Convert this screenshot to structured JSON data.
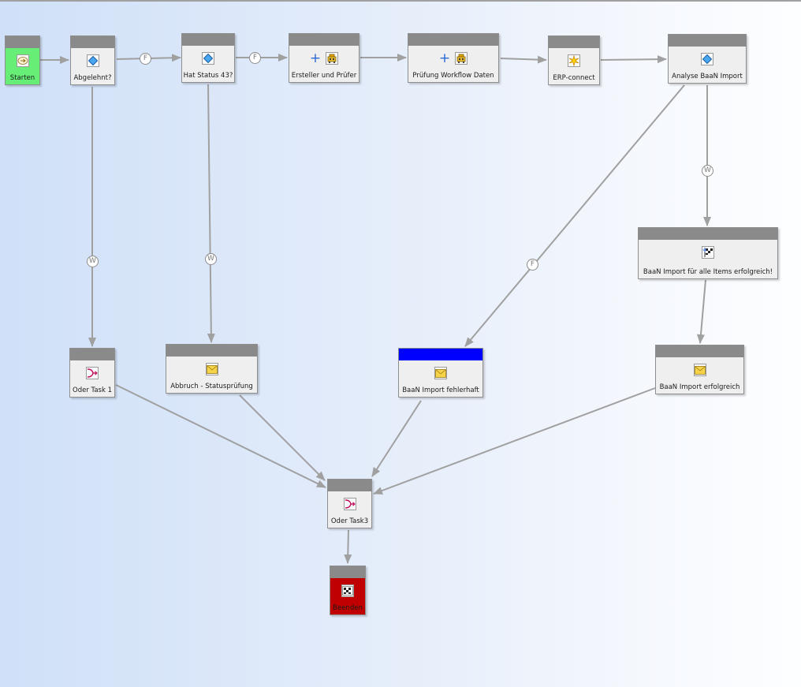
{
  "diagram": {
    "nodes": [
      {
        "id": "starten",
        "label": "Starten",
        "kind": "start",
        "icon": "start-icon",
        "color": "#66ee77"
      },
      {
        "id": "abgelehnt",
        "label": "Abgelehnt?",
        "kind": "decision",
        "icon": "diamond-icon"
      },
      {
        "id": "status43",
        "label": "Hat Status 43?",
        "kind": "decision",
        "icon": "diamond-icon"
      },
      {
        "id": "ersteller",
        "label": "Ersteller und  Prüfer",
        "kind": "activity",
        "icon": "robot-icon"
      },
      {
        "id": "pruefung",
        "label": "Prüfung Workflow Daten",
        "kind": "activity",
        "icon": "robot-icon"
      },
      {
        "id": "erp",
        "label": "ERP-connect",
        "kind": "script",
        "icon": "spark-icon"
      },
      {
        "id": "analyse",
        "label": "Analyse BaaN Import",
        "kind": "decision",
        "icon": "diamond-icon"
      },
      {
        "id": "baan_ok_all",
        "label": "BaaN Import  für alle Items erfolgreich!",
        "kind": "flag",
        "icon": "flag-icon"
      },
      {
        "id": "oder1",
        "label": "Oder Task 1",
        "kind": "or",
        "icon": "or-join-icon"
      },
      {
        "id": "abbruch",
        "label": "Abbruch - Statusprüfung",
        "kind": "mail",
        "icon": "mail-icon"
      },
      {
        "id": "baan_fail",
        "label": "BaaN Import fehlerhaft",
        "kind": "mail",
        "icon": "mail-icon",
        "color": "#0000ff"
      },
      {
        "id": "baan_ok",
        "label": "BaaN Import erfolgreich",
        "kind": "mail",
        "icon": "mail-icon"
      },
      {
        "id": "oder3",
        "label": "Oder Task3",
        "kind": "or",
        "icon": "or-join-icon"
      },
      {
        "id": "beenden",
        "label": "Beenden",
        "kind": "end",
        "icon": "checkered-flag-icon",
        "color": "#c00000"
      }
    ],
    "edges": [
      {
        "from": "starten",
        "to": "abgelehnt",
        "label": ""
      },
      {
        "from": "abgelehnt",
        "to": "status43",
        "label": "F"
      },
      {
        "from": "status43",
        "to": "ersteller",
        "label": "F"
      },
      {
        "from": "ersteller",
        "to": "pruefung",
        "label": ""
      },
      {
        "from": "pruefung",
        "to": "erp",
        "label": ""
      },
      {
        "from": "erp",
        "to": "analyse",
        "label": ""
      },
      {
        "from": "abgelehnt",
        "to": "oder1",
        "label": "W"
      },
      {
        "from": "status43",
        "to": "abbruch",
        "label": "W"
      },
      {
        "from": "analyse",
        "to": "baan_fail",
        "label": "F"
      },
      {
        "from": "analyse",
        "to": "baan_ok_all",
        "label": "W"
      },
      {
        "from": "baan_ok_all",
        "to": "baan_ok",
        "label": ""
      },
      {
        "from": "oder1",
        "to": "oder3",
        "label": ""
      },
      {
        "from": "abbruch",
        "to": "oder3",
        "label": ""
      },
      {
        "from": "baan_fail",
        "to": "oder3",
        "label": ""
      },
      {
        "from": "baan_ok",
        "to": "oder3",
        "label": ""
      },
      {
        "from": "oder3",
        "to": "beenden",
        "label": ""
      }
    ],
    "colors": {
      "edge": "#a0a0a0",
      "node_header": "#8a8a8a",
      "node_body": "#efefef",
      "plus": "#2a6ad6"
    }
  }
}
